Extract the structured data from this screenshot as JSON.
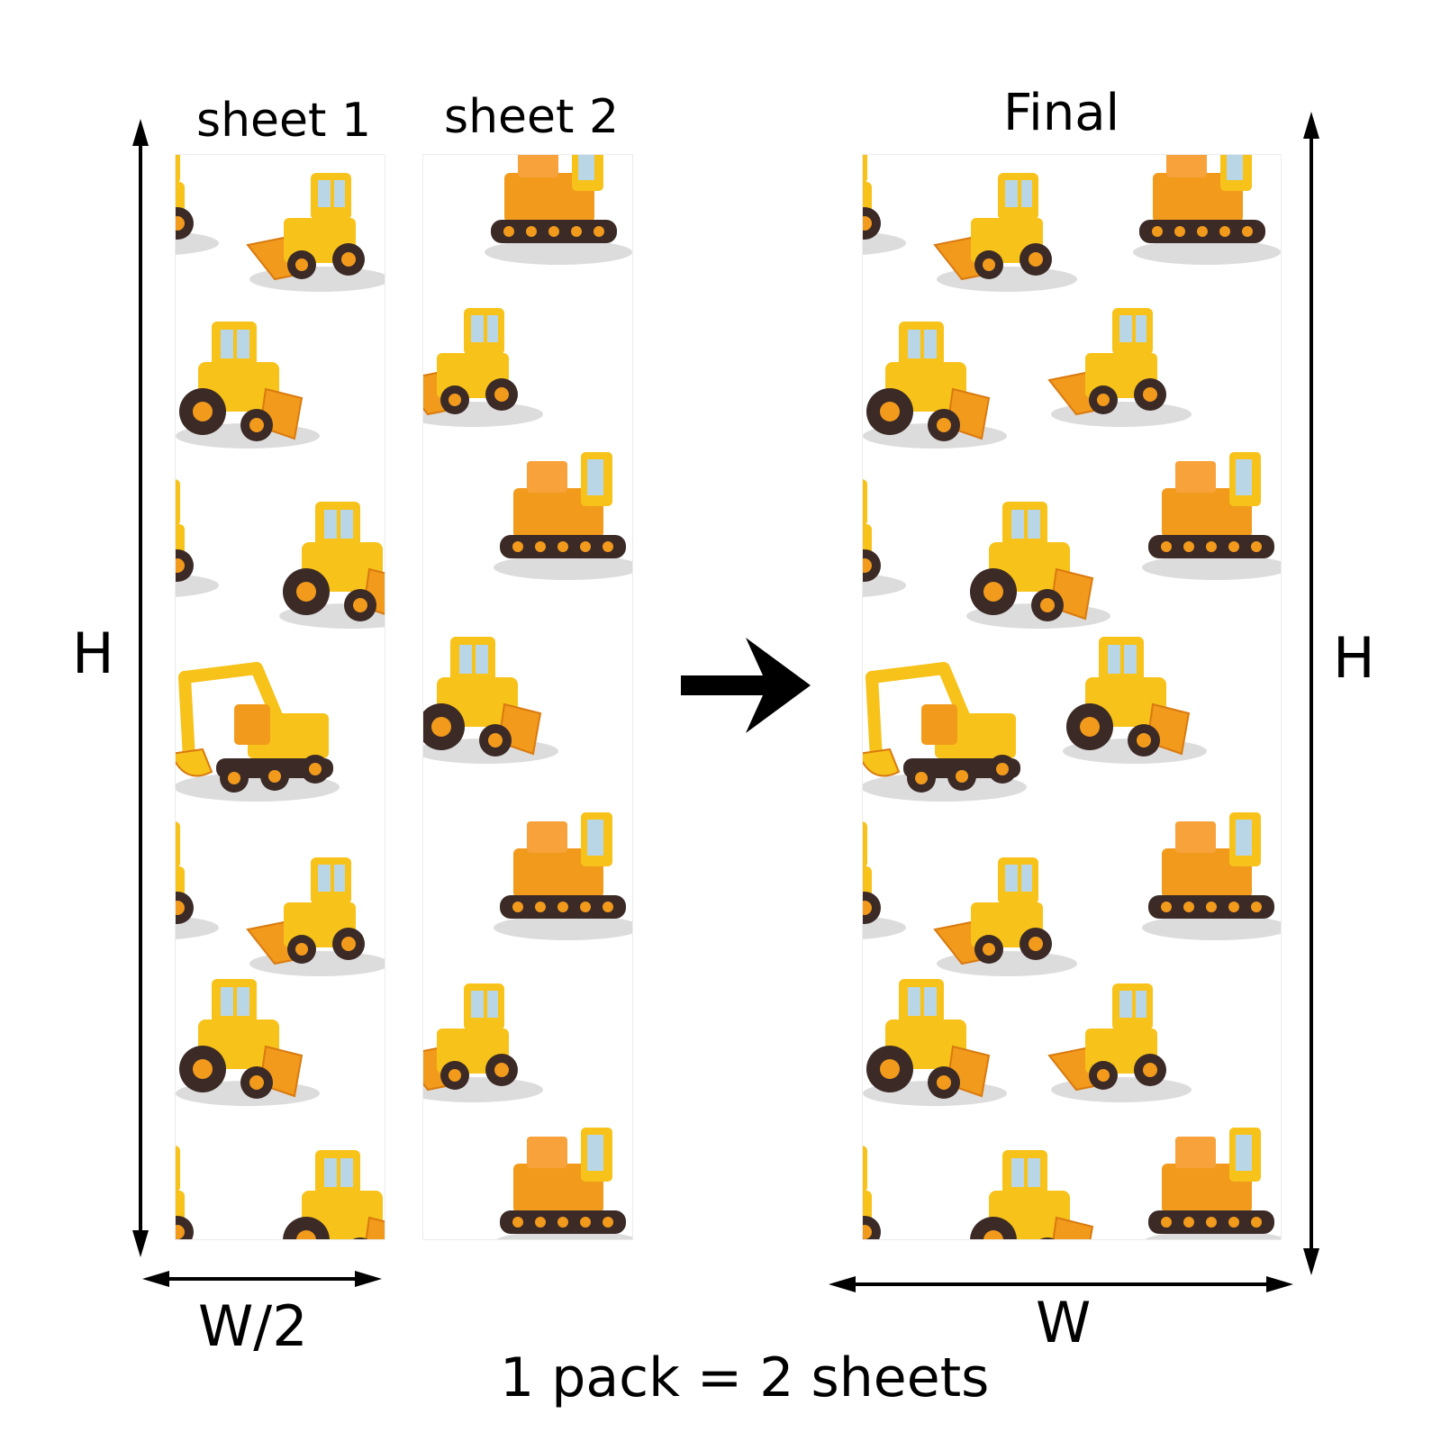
{
  "labels": {
    "sheet1": "sheet 1",
    "sheet2": "sheet 2",
    "final": "Final",
    "height_left": "H",
    "height_right": "H",
    "half_width": "W/2",
    "width": "W",
    "pack": "1 pack = 2 sheets"
  },
  "colors": {
    "yellow": "#f7c21a",
    "orange": "#f29a1c",
    "dark_orange": "#d97a0f",
    "tire": "#3b2a26",
    "window": "#b9d6e6",
    "shadow": "#dcdcdc",
    "line": "#000000"
  },
  "icons": [
    "bulldozer-icon",
    "tractor-icon",
    "excavator-icon",
    "crawler-loader-icon",
    "arrow-right-icon"
  ]
}
